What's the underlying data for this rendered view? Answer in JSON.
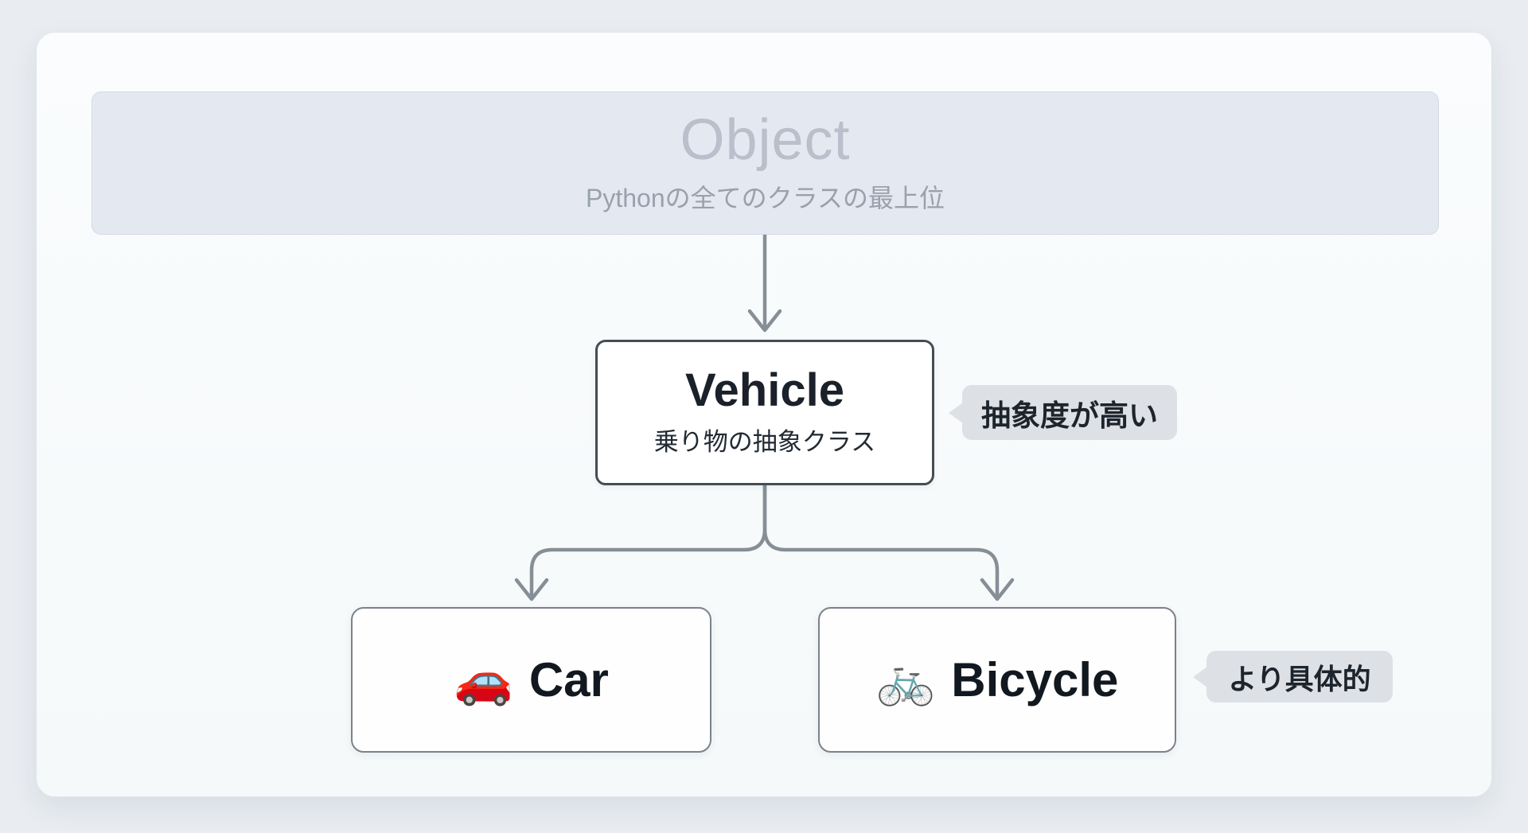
{
  "diagram": {
    "object": {
      "title": "Object",
      "subtitle": "Pythonの全てのクラスの最上位"
    },
    "vehicle": {
      "title": "Vehicle",
      "subtitle": "乗り物の抽象クラス"
    },
    "car": {
      "emoji": "🚗",
      "label": "Car"
    },
    "bicycle": {
      "emoji": "🚲",
      "label": "Bicycle"
    },
    "callouts": {
      "abstract": "抽象度が高い",
      "concrete": "より具体的"
    },
    "colors": {
      "page_background": "#e9edf1",
      "card_background": "#f8fafc",
      "object_fill": "#e4e9f1",
      "object_text": "#b9c0cb",
      "vehicle_border": "#454c54",
      "leaf_border": "#7b828b",
      "arrow": "#868e96",
      "callout_background": "#dde1e6",
      "callout_text": "#1d242c"
    }
  }
}
